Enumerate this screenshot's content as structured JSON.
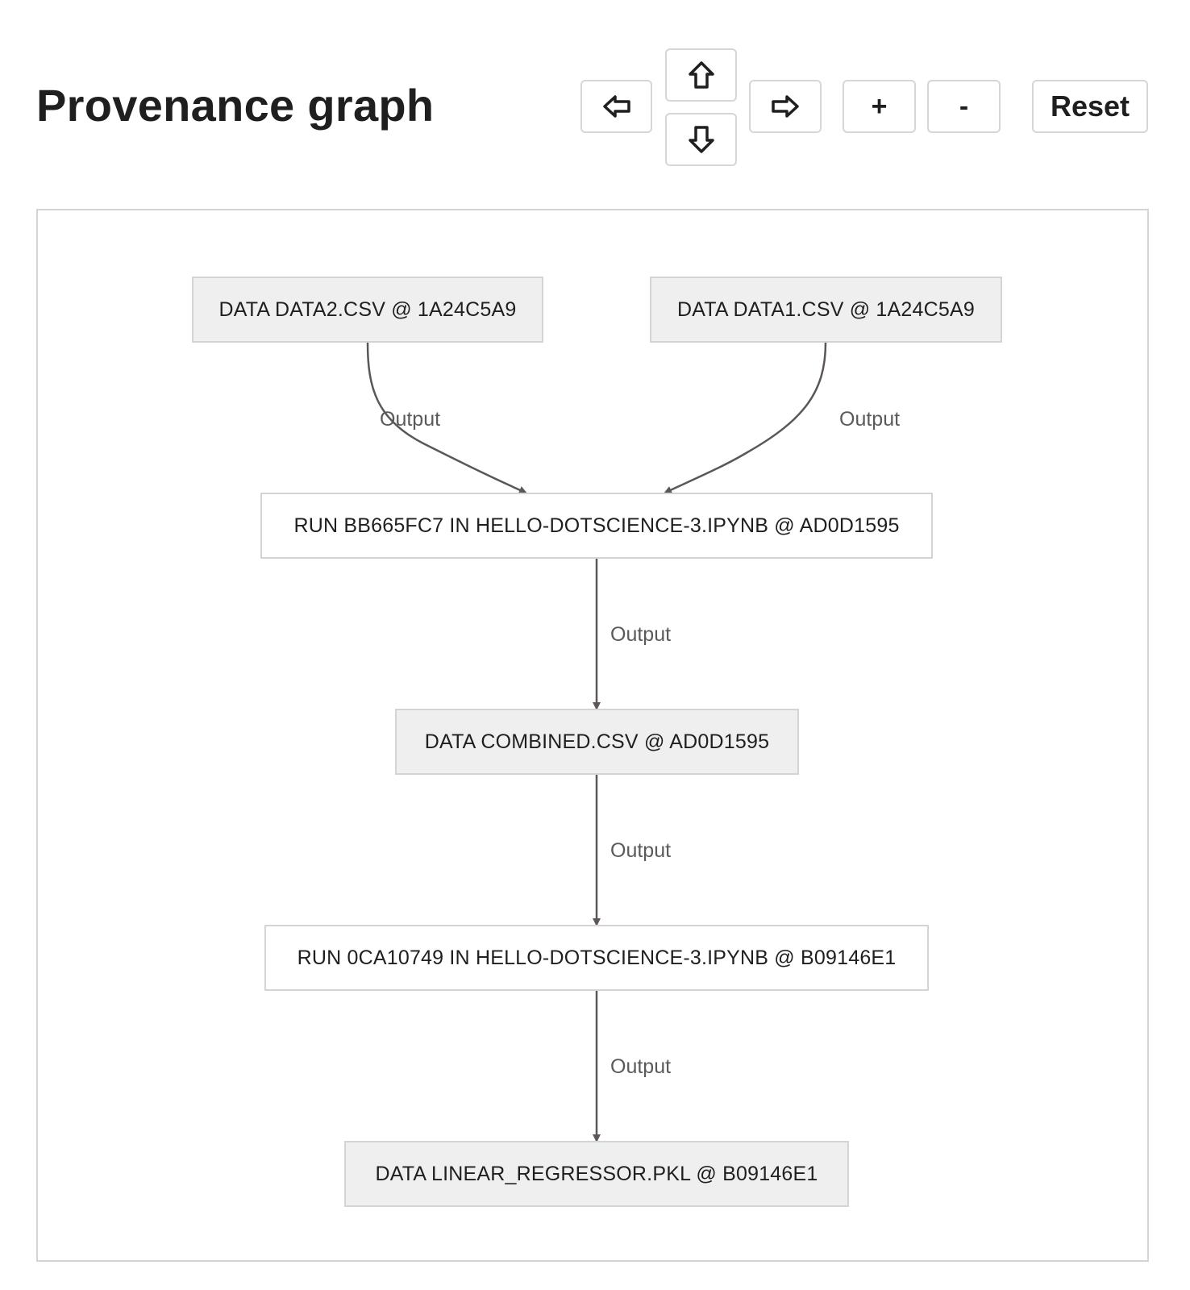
{
  "page": {
    "title": "Provenance graph"
  },
  "controls": {
    "pan_left_icon": "arrow-left-icon",
    "pan_up_icon": "arrow-up-icon",
    "pan_down_icon": "arrow-down-icon",
    "pan_right_icon": "arrow-right-icon",
    "zoom_in_label": "+",
    "zoom_out_label": "-",
    "reset_label": "Reset"
  },
  "graph": {
    "nodes": [
      {
        "id": "data2",
        "kind": "data",
        "label": "DATA DATA2.CSV @ 1A24C5A9"
      },
      {
        "id": "data1",
        "kind": "data",
        "label": "DATA DATA1.CSV @ 1A24C5A9"
      },
      {
        "id": "run1",
        "kind": "run",
        "label": "RUN BB665FC7 IN HELLO-DOTSCIENCE-3.IPYNB @ AD0D1595"
      },
      {
        "id": "combined",
        "kind": "data",
        "label": "DATA COMBINED.CSV @ AD0D1595"
      },
      {
        "id": "run2",
        "kind": "run",
        "label": "RUN 0CA10749 IN HELLO-DOTSCIENCE-3.IPYNB @ B09146E1"
      },
      {
        "id": "model",
        "kind": "data",
        "label": "DATA LINEAR_REGRESSOR.PKL @ B09146E1"
      }
    ],
    "edges": [
      {
        "from": "data2",
        "to": "run1",
        "label": "Output"
      },
      {
        "from": "data1",
        "to": "run1",
        "label": "Output"
      },
      {
        "from": "run1",
        "to": "combined",
        "label": "Output"
      },
      {
        "from": "combined",
        "to": "run2",
        "label": "Output"
      },
      {
        "from": "run2",
        "to": "model",
        "label": "Output"
      }
    ]
  }
}
